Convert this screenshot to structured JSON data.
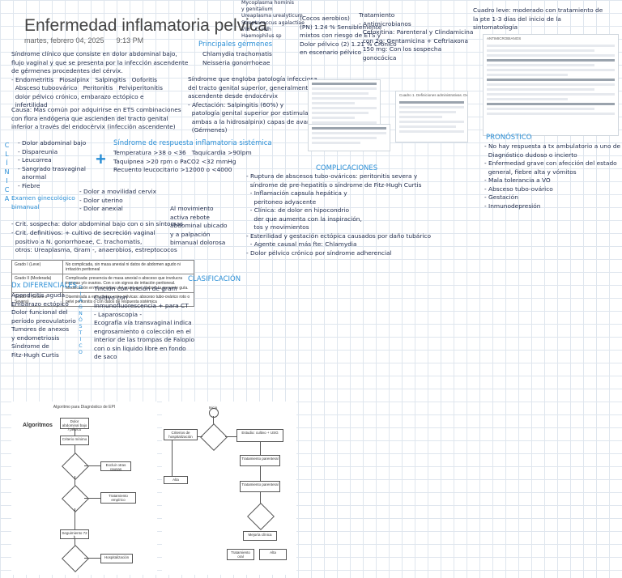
{
  "page": {
    "title": "Enfermedad inflamatoria pelvica",
    "date": "martes, febrero 04, 2025",
    "time": "9:13 PM"
  },
  "notes": {
    "definition": "Síndrome clínico que consiste en dolor abdominal bajo,\nflujo vaginal y que se presenta por la infección ascendente\nde gérmenes procedentes del cérvix.\n- Endometritis   Piosalpinx   Salpingitis   Ooforitis\n  Absceso tuboovárico   Peritonitis   Pelviperitonitis\n  dolor pélvico crónico, embarazo ectópico e\n  infertilidad",
    "causes": "Causa: Mas común por adquirirse en ETS combinaciones\ncon flora endógena que ascienden del tracto genital\ninferior a través del endocérvix (infección ascendente)",
    "top_micro": "Mycoplasma hominis\ny genitalium\nUreaplasma urealyticum\nStreptococcus agalactiae\nVIH   C. ridh\nHaemophilus sp",
    "top_right_a": "(Cocos aerobios)\n(PN) 1.24 % Sensiblemente\nmixtos con riesgo de ETS y\nDolor pélvico (2) 1.21 % Crónico\nen escenario pélvico",
    "top_right_b": "Tratamiento\n- Antimicrobianos\n  Cefoxitina: Parenteral y Clindamicina\n  con 2g: Gentamicina + Ceftriaxona\n  150 mg: Con los sospecha\n  gonocócica",
    "top_right_c": "Cuadro leve: moderado con tratamiento de\nla pte 1-3 días del inicio de la\nsintomatología",
    "main_germs_heading": "Principales gérmenes",
    "main_germs": "Chlamydia trachomatis\nNeisseria gonorrhoeae",
    "syndrome": "Síndrome que engloba patología infecciosa\ndel tracto genital superior, generalmente\nascendente desde endocérvix\n- Afectación: Salpingitis (60%) y\n  patología genital superior por estimulación\n  ambas a la hidrosalpinx) capas de avance\n  (Gérmenes)",
    "clinica_heading": "CLÍNICA",
    "clinica": "- Dolor abdominal bajo\n- Dispareunia\n- Leucorrea\n- Sangrado trasvaginal\n  anormal\n- Fiebre",
    "sirs_heading": "Síndrome de respuesta inflamatoria sistémica",
    "sirs": "Temperatura >38 o <36   Taquicardia >90lpm\nTaquipnea >20 rpm o PaCO2 <32 mmHg\nRecuento leucocitario >12000 o <4000",
    "exam_heading": "Examen ginecológico\nbimanual",
    "exam": "- Dolor a movilidad cervix\n- Dolor uterino\n- Dolor anexial",
    "exam_side": "Al movimiento\nactiva rebote\nabdominal ubicado\ny a palpación\nbimanual dolorosa",
    "complications_heading": "COMPLICACIONES",
    "complications": "- Ruptura de abscesos tubo-ováricos: peritonitis severa y\n  síndrome de pre-hepatitis o síndrome de Fitz-Hugh Curtis\n  - Inflamación capsula hepática y\n    peritoneo adyacente\n  - Clínica: de dolor en hipocondrio\n    der que aumenta con la inspiración,\n    tos y movimientos\n- Esterilidad y gestación ectópica causados por daño tubárico\n  - Agente causal más fte: Chlamydia\n- Dolor pélvico crónico por síndrome adherencial",
    "crit_sospecha": "- Crit. sospecha: dolor abdominal bajo con o sin síntomas",
    "crit_definitivos": "- Crit. definitivos: + cultivo de secreción vaginal\n  positivo a N. gonorrhoeae, C. trachomatis,\n  otros: Ureaplasma, Gram -, anaerobios, estreptococos",
    "clasificacion": "CLASIFICACIÓN",
    "differentials_heading": "Dx DIFERENCIALES",
    "differentials": "Apendicitis aguda\nEmbarazo ectópico\nDolor funcional del\nperíodo preovulatorio\nTumores de anexos\ny endometriosis\nSíndrome de\nFitz-Hugh Curtis",
    "diagnostico_vertical": "DIAGNÓSTICO",
    "diagnosis": "Tinción con tinción de gram\nCultivo con\nInmunofluorescencia + para CT\n- Laparoscopia -\nEcografía vía transvaginal indica\nengrosamiento o colección en el\ninterior de las trompas de Falopio\ncon o sin líquido libre en fondo\nde saco",
    "pronostico_heading": "PRONÓSTICO",
    "pronostico": "- No hay respuesta a tx ambulatorio a uno de 3-4\n  Diagnóstico dudoso o incierto\n- Enfermedad grave con afección del estado\n  general, fiebre alta y vómitos\n- Mala tolerancia a VO\n- Absceso tubo-ovárico\n- Gestación\n- Inmunodepresión"
  },
  "grades_table": {
    "rows": [
      {
        "grade": "Grado I (Leve)",
        "desc": "No complicada, sin masa anexial ni datos de abdomen agudo ni irritación peritoneal"
      },
      {
        "grade": "Grado II (Moderada)",
        "desc": "Complicada: presencia de masa anexial o absceso que involucra trompas y/o ovarios. Con o sin signos de irritación peritoneal. Modificación en el consenso del grupo que elaboró la presente guía."
      },
      {
        "grade": "Grado III (Grave o Severa)",
        "desc": "Diseminada a estructuras extra pélvicas: absceso tubo-ovárico roto o pelvi peritonitis o con datos de respuesta sistémica"
      }
    ]
  },
  "scans": {
    "doc1_title": "Cuadro 1. Definiciones administrativas. Dx, Alternativas",
    "doc2_title": "ANTIMICROBIANOS",
    "flow_left_title": "Algoritmo para Diagnóstico de EPI",
    "flow_left_heading": "Algoritmos",
    "flow_left_boxes": [
      "Dolor abdominal bajo / pélvico",
      "Criterio mínimo",
      "Excluir otras causas",
      "Tratamiento empírico",
      "Seguimiento 72 h",
      "Hospitalización"
    ],
    "flow_right_boxes": [
      "Inicio",
      "Criterios de hospitalización",
      "Estudio: cultivo + USG",
      "Tratamiento parenteral",
      "Mejoría clínica",
      "Tratamiento oral",
      "Alta"
    ]
  }
}
